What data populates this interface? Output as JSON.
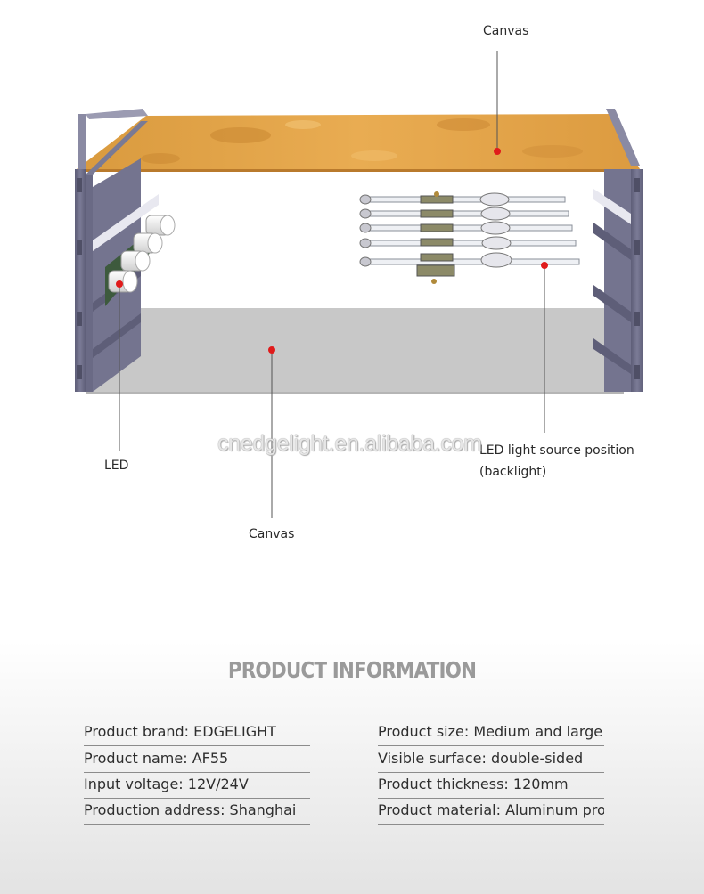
{
  "callouts": {
    "canvas_top": "Canvas",
    "led": "LED",
    "canvas_bottom": "Canvas",
    "led_position_line1": "LED light source position",
    "led_position_line2": "(backlight)"
  },
  "watermark": "cnedgelight.en.alibaba.com",
  "info": {
    "title": "PRODUCT INFORMATION",
    "left": [
      "Product brand: EDGELIGHT",
      "Product name: AF55",
      "Input voltage: 12V/24V",
      "Production address: Shanghai"
    ],
    "right": [
      "Product size: Medium and large size",
      "Visible surface: double-sided",
      "Product thickness: 120mm",
      "Product material: Aluminum profile"
    ]
  },
  "colors": {
    "frame": "#6f6f8a",
    "canvas_top": "#e0a048",
    "canvas_bottom": "#c9c9c9",
    "marker": "#e01b1b"
  }
}
